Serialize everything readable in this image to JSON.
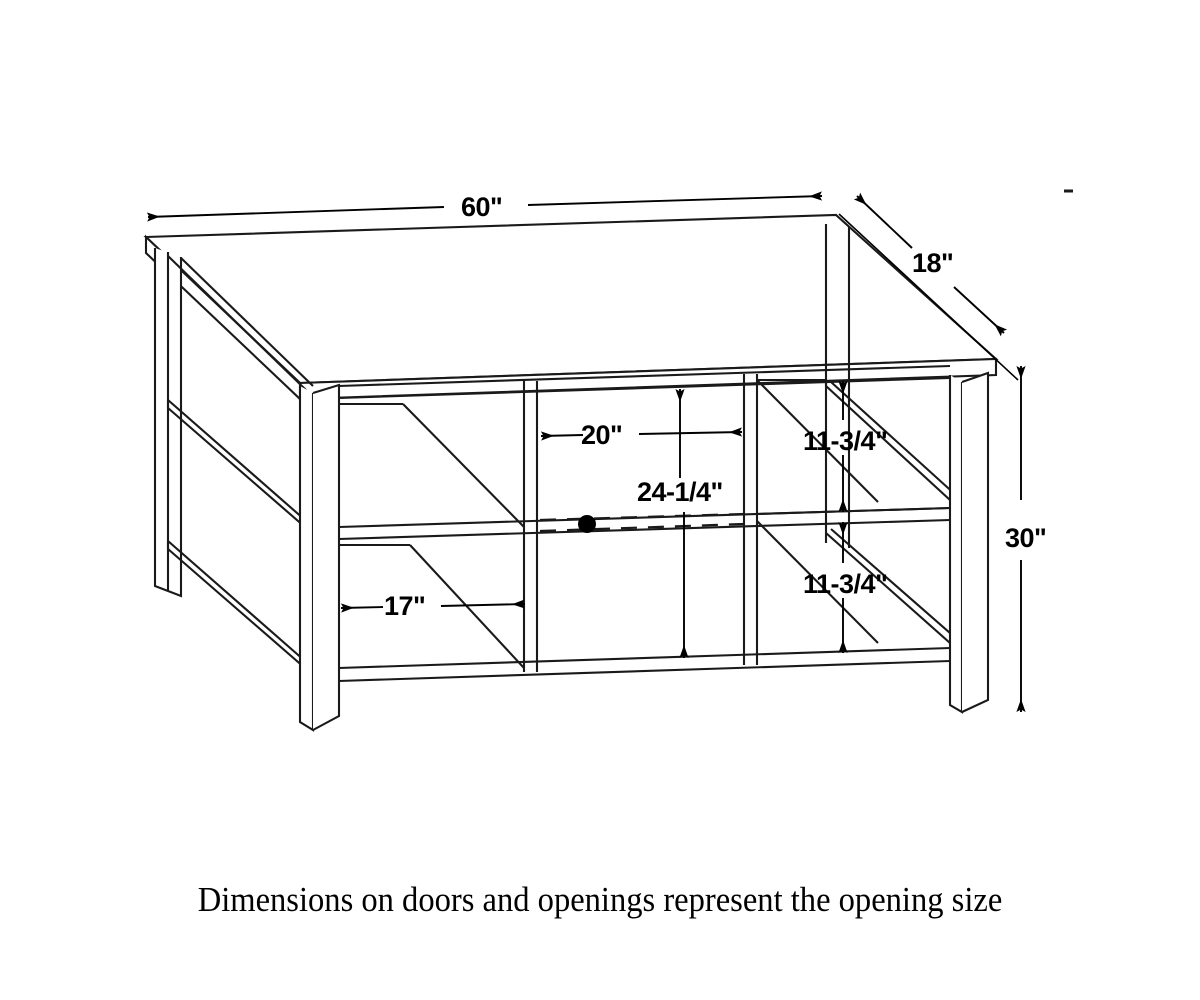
{
  "figure": {
    "type": "technical-dimension-drawing",
    "subject": "console-table-with-open-shelving",
    "projection": "isometric-perspective",
    "line_color": "#1a1a1a",
    "background_color": "#ffffff"
  },
  "dimensions": {
    "width": {
      "label": "60\"",
      "name": "overall-width",
      "value": 60,
      "unit": "in"
    },
    "depth": {
      "label": "18\"",
      "name": "overall-depth",
      "value": 18,
      "unit": "in"
    },
    "height": {
      "label": "30\"",
      "name": "overall-height",
      "value": 30,
      "unit": "in"
    },
    "center_opening_width": {
      "label": "20\"",
      "name": "center-opening-width",
      "value": 20,
      "unit": "in"
    },
    "center_opening_height": {
      "label": "24-1/4\"",
      "name": "center-opening-height",
      "value": 24.25,
      "unit": "in"
    },
    "side_opening_left": {
      "label": "17\"",
      "name": "side-opening-width",
      "value": 17,
      "unit": "in"
    },
    "right_upper_opening": {
      "label": "11-3/4\"",
      "name": "right-upper-opening-height",
      "value": 11.75,
      "unit": "in"
    },
    "right_lower_opening": {
      "label": "11-3/4\"",
      "name": "right-lower-opening-height",
      "value": 11.75,
      "unit": "in"
    }
  },
  "caption": {
    "text": "Dimensions on doors and openings represent the opening size"
  },
  "chart_data": {
    "type": "table",
    "title": "Console table dimensions",
    "categories": [
      "Overall width",
      "Overall depth",
      "Overall height",
      "Center opening width",
      "Center opening height",
      "Left opening width",
      "Right upper opening height",
      "Right lower opening height"
    ],
    "values": [
      60,
      18,
      30,
      20,
      24.25,
      17,
      11.75,
      11.75
    ],
    "labels": [
      "60\"",
      "18\"",
      "30\"",
      "20\"",
      "24-1/4\"",
      "17\"",
      "11-3/4\"",
      "11-3/4\""
    ],
    "unit": "inches",
    "xlabel": "",
    "ylabel": ""
  }
}
